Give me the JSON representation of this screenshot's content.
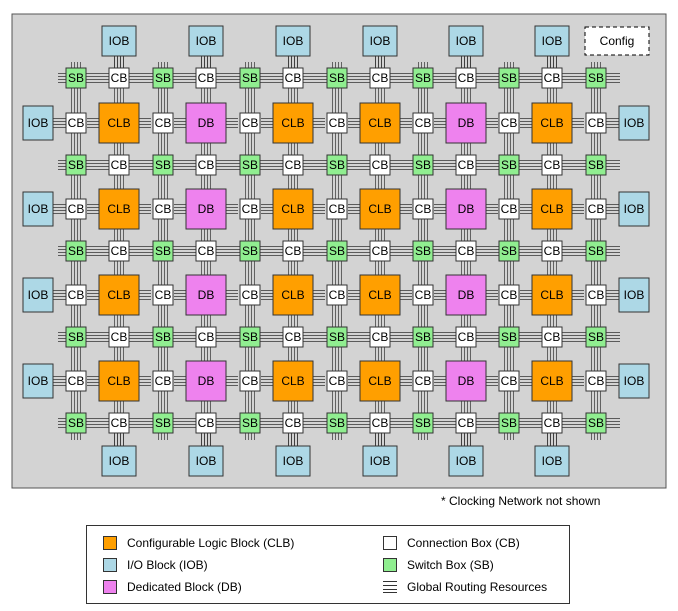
{
  "fabric": {
    "block_labels": {
      "clb": "CLB",
      "db": "DB",
      "iob": "IOB",
      "cb": "CB",
      "sb": "SB",
      "config": "Config"
    },
    "colors": {
      "clb": "#ff9f00",
      "db": "#ee82ee",
      "iob": "#add8e6",
      "cb": "#ffffff",
      "sb": "#90ee90",
      "background": "#d3d3d3",
      "wire": "#333333"
    },
    "logic_columns": [
      "CLB",
      "DB",
      "CLB",
      "CLB",
      "DB",
      "CLB"
    ],
    "logic_rows": 4,
    "tracks_per_channel": 4
  },
  "note": "* Clocking Network not shown",
  "legend": {
    "items": [
      {
        "label": "Configurable Logic Block (CLB)",
        "color": "#ff9f00",
        "icon": "orange-square-icon"
      },
      {
        "label": "I/O Block (IOB)",
        "color": "#add8e6",
        "icon": "blue-square-icon"
      },
      {
        "label": "Dedicated Block (DB)",
        "color": "#ee82ee",
        "icon": "magenta-square-icon"
      },
      {
        "label": "Connection Box (CB)",
        "color": "#ffffff",
        "icon": "white-square-icon"
      },
      {
        "label": "Switch Box (SB)",
        "color": "#90ee90",
        "icon": "green-square-icon"
      },
      {
        "label": "Global Routing Resources",
        "color": "#333333",
        "icon": "parallel-lines-icon"
      }
    ]
  }
}
